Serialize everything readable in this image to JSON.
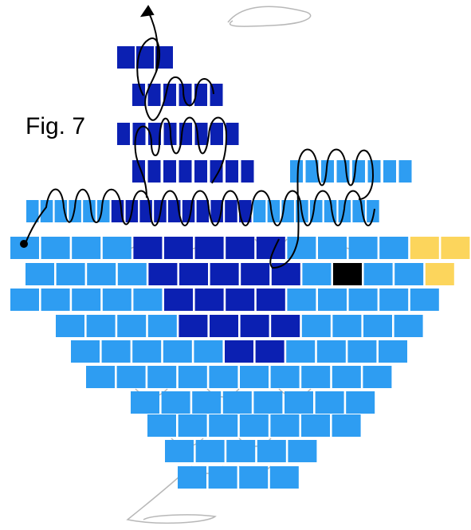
{
  "figure": {
    "label": "Fig. 7",
    "colors": {
      "light_blue": "#2e9df2",
      "dark_blue": "#0b20b2",
      "yellow": "#fcd55c",
      "black": "#000000",
      "thread": "#000000",
      "ghost_thread": "#b8b8b8"
    },
    "bead_rows": [
      [
        "dark_blue",
        "dark_blue",
        "dark_blue"
      ],
      [
        "dark_blue",
        "dark_blue",
        "dark_blue",
        "dark_blue",
        "dark_blue",
        "dark_blue"
      ],
      [
        "dark_blue",
        "dark_blue",
        "dark_blue",
        "dark_blue",
        "dark_blue",
        "dark_blue",
        "dark_blue",
        "dark_blue"
      ],
      [
        "dark_blue",
        "dark_blue",
        "dark_blue",
        "dark_blue",
        "dark_blue",
        "dark_blue",
        "dark_blue",
        "dark_blue",
        "light_blue",
        "light_blue",
        "light_blue",
        "light_blue",
        "light_blue",
        "light_blue",
        "light_blue",
        "light_blue"
      ],
      [
        "light_blue",
        "light_blue",
        "light_blue",
        "light_blue",
        "light_blue",
        "light_blue",
        "dark_blue",
        "dark_blue",
        "dark_blue",
        "dark_blue",
        "dark_blue",
        "dark_blue",
        "dark_blue",
        "dark_blue",
        "dark_blue",
        "dark_blue",
        "light_blue",
        "light_blue",
        "light_blue",
        "light_blue",
        "light_blue",
        "light_blue",
        "light_blue",
        "light_blue",
        "light_blue"
      ],
      [
        "light_blue",
        "light_blue",
        "light_blue",
        "light_blue",
        "dark_blue",
        "dark_blue",
        "dark_blue",
        "dark_blue",
        "dark_blue",
        "light_blue",
        "light_blue",
        "light_blue",
        "light_blue",
        "yellow",
        "yellow"
      ],
      [
        "light_blue",
        "light_blue",
        "light_blue",
        "light_blue",
        "dark_blue",
        "dark_blue",
        "dark_blue",
        "dark_blue",
        "dark_blue",
        "light_blue",
        "black",
        "light_blue",
        "light_blue",
        "yellow"
      ],
      [
        "light_blue",
        "light_blue",
        "light_blue",
        "light_blue",
        "light_blue",
        "dark_blue",
        "dark_blue",
        "dark_blue",
        "dark_blue",
        "light_blue",
        "light_blue",
        "light_blue",
        "light_blue",
        "light_blue"
      ],
      [
        "light_blue",
        "light_blue",
        "light_blue",
        "light_blue",
        "dark_blue",
        "dark_blue",
        "dark_blue",
        "dark_blue",
        "light_blue",
        "light_blue",
        "light_blue",
        "light_blue"
      ],
      [
        "light_blue",
        "light_blue",
        "light_blue",
        "light_blue",
        "light_blue",
        "dark_blue",
        "dark_blue",
        "light_blue",
        "light_blue",
        "light_blue",
        "light_blue"
      ],
      [
        "light_blue",
        "light_blue",
        "light_blue",
        "light_blue",
        "light_blue",
        "light_blue",
        "light_blue",
        "light_blue",
        "light_blue",
        "light_blue"
      ],
      [
        "light_blue",
        "light_blue",
        "light_blue",
        "light_blue",
        "light_blue",
        "light_blue",
        "light_blue",
        "light_blue"
      ],
      [
        "light_blue",
        "light_blue",
        "light_blue",
        "light_blue",
        "light_blue",
        "light_blue",
        "light_blue"
      ],
      [
        "light_blue",
        "light_blue",
        "light_blue",
        "light_blue",
        "light_blue"
      ],
      [
        "light_blue",
        "light_blue",
        "light_blue",
        "light_blue"
      ]
    ]
  }
}
